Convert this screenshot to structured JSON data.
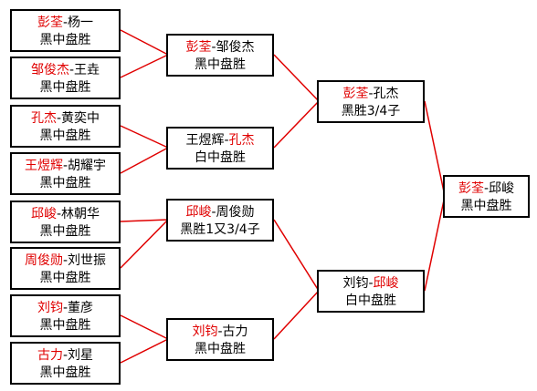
{
  "matches": {
    "r1_1": {
      "winner": "彭荃",
      "loser": "杨一",
      "winner_first": true,
      "result": "黑中盘胜"
    },
    "r1_2": {
      "winner": "邹俊杰",
      "loser": "王垚",
      "winner_first": true,
      "result": "黑中盘胜"
    },
    "r1_3": {
      "winner": "孔杰",
      "loser": "黄奕中",
      "winner_first": true,
      "result": "黑中盘胜"
    },
    "r1_4": {
      "winner": "王煜辉",
      "loser": "胡耀宇",
      "winner_first": true,
      "result": "黑中盘胜"
    },
    "r1_5": {
      "winner": "邱峻",
      "loser": "林朝华",
      "winner_first": true,
      "result": "黑中盘胜"
    },
    "r1_6": {
      "winner": "周俊勋",
      "loser": "刘世振",
      "winner_first": true,
      "result": "黑中盘胜"
    },
    "r1_7": {
      "winner": "刘钧",
      "loser": "董彦",
      "winner_first": true,
      "result": "黑中盘胜"
    },
    "r1_8": {
      "winner": "古力",
      "loser": "刘星",
      "winner_first": true,
      "result": "黑中盘胜"
    },
    "r2_1": {
      "first": "彭荃",
      "second": "邹俊杰",
      "red": "first",
      "result": "黑中盘胜"
    },
    "r2_2": {
      "first": "王煜辉",
      "second": "孔杰",
      "red": "second",
      "result": "白中盘胜"
    },
    "r2_3": {
      "first": "邱峻",
      "second": "周俊勋",
      "red": "first",
      "result": "黑胜1又3/4子"
    },
    "r2_4": {
      "first": "刘钧",
      "second": "古力",
      "red": "first",
      "result": "黑中盘胜"
    },
    "r3_1": {
      "first": "彭荃",
      "second": "孔杰",
      "red": "first",
      "result": "黑胜3/4子"
    },
    "r3_2": {
      "first": "刘钧",
      "second": "邱峻",
      "red": "second",
      "result": "白中盘胜"
    },
    "final": {
      "first": "彭荃",
      "second": "邱峻",
      "red": "first",
      "result": "黑中盘胜"
    }
  },
  "separator": "-",
  "colors": {
    "winner": "#e00000",
    "text": "#000000",
    "line": "#e00000",
    "border": "#000000"
  }
}
